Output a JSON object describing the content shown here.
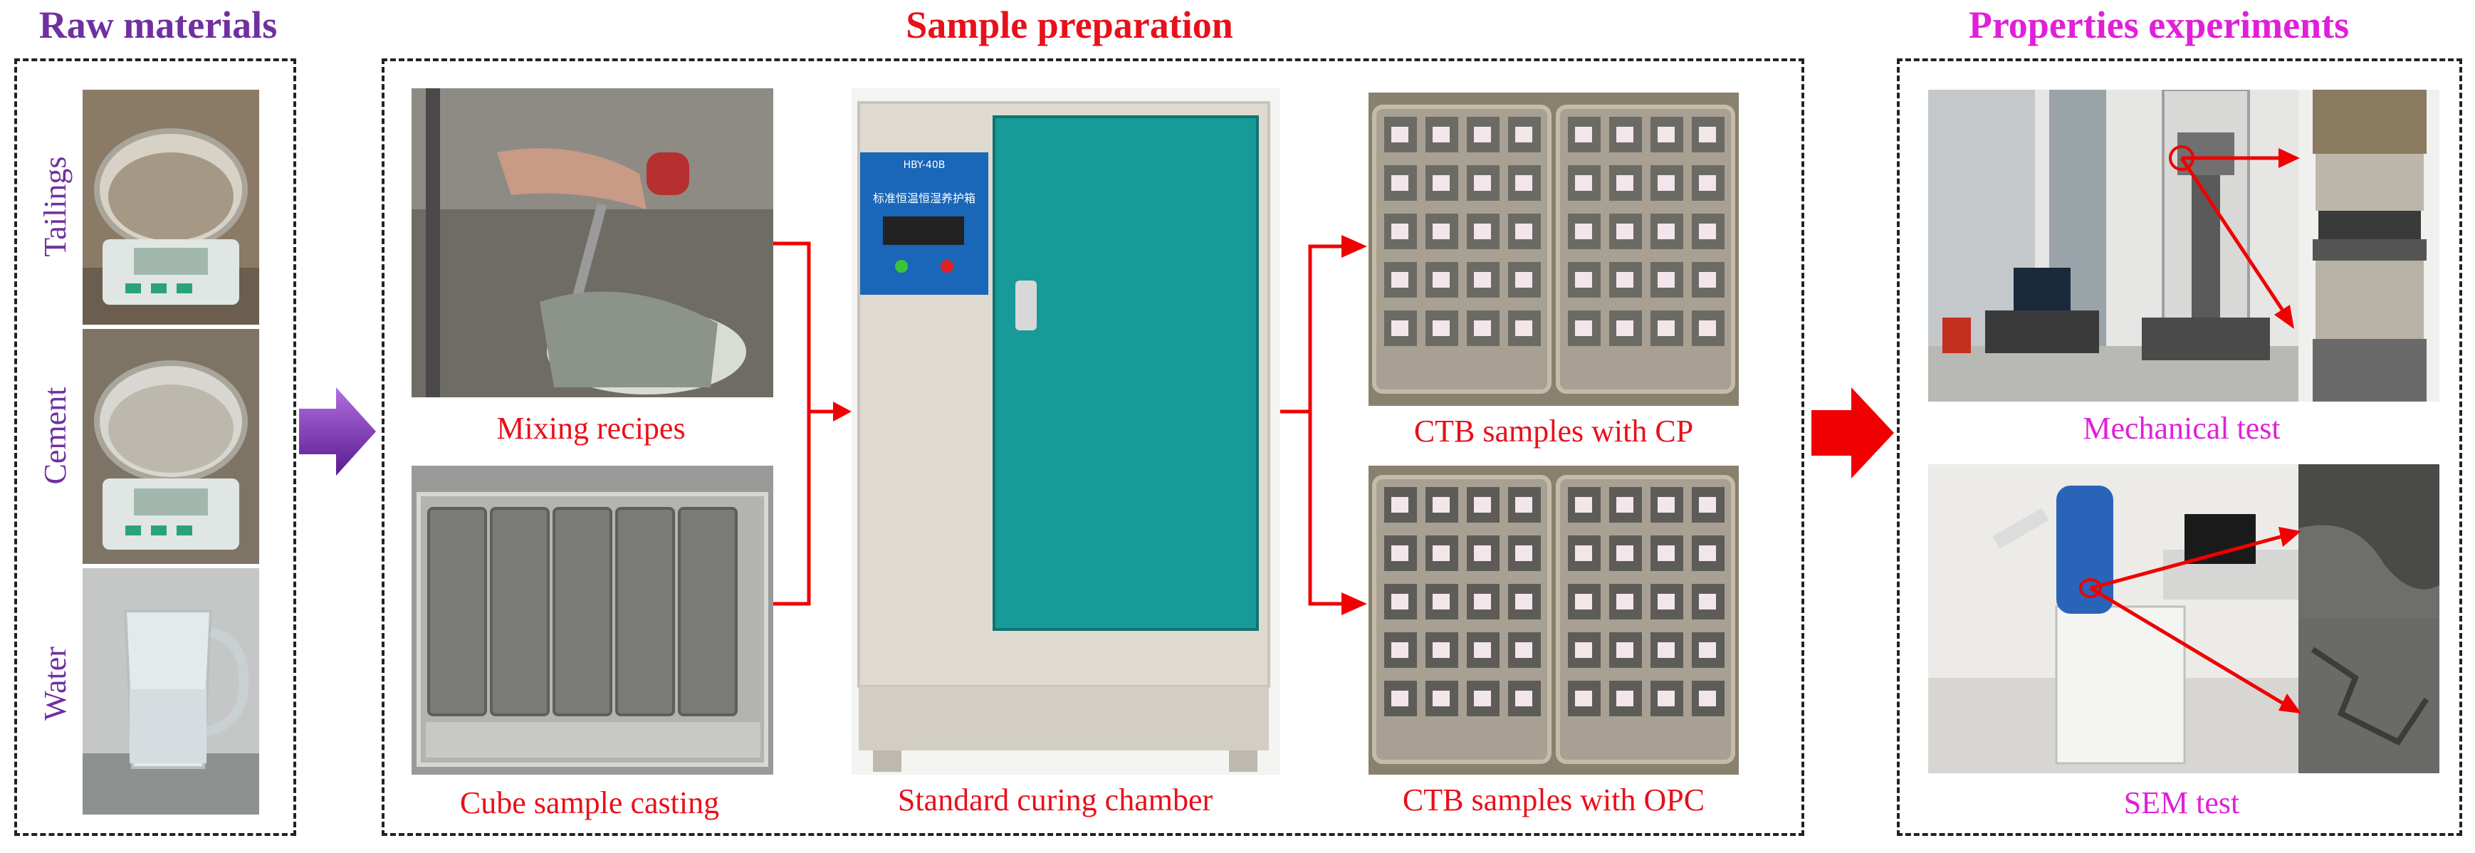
{
  "sections": {
    "raw": {
      "title": "Raw materials",
      "labels": [
        "Tailings",
        "Cement",
        "Water"
      ]
    },
    "prep": {
      "title": "Sample preparation",
      "captions": {
        "mixing": "Mixing recipes",
        "casting": "Cube sample casting",
        "chamber": "Standard curing chamber",
        "cp": "CTB samples with CP",
        "opc": "CTB samples with OPC"
      },
      "chamber_panel_text": "标准恒温恒湿养护箱"
    },
    "props": {
      "title": "Properties experiments",
      "captions": {
        "mech": "Mechanical test",
        "sem": "SEM test"
      }
    }
  },
  "colors": {
    "raw_title": "#7030a0",
    "prep_title": "#e8101a",
    "props_title": "#e020d8",
    "caption_red": "#e8101a",
    "caption_magenta": "#e020d8",
    "raw_label": "#7030a0",
    "arrow_red": "#f00000",
    "arrow_purple": "#8030c0"
  },
  "icons": [
    "purple-block-arrow-icon",
    "red-block-arrow-icon",
    "red-connector-arrow-icon"
  ]
}
